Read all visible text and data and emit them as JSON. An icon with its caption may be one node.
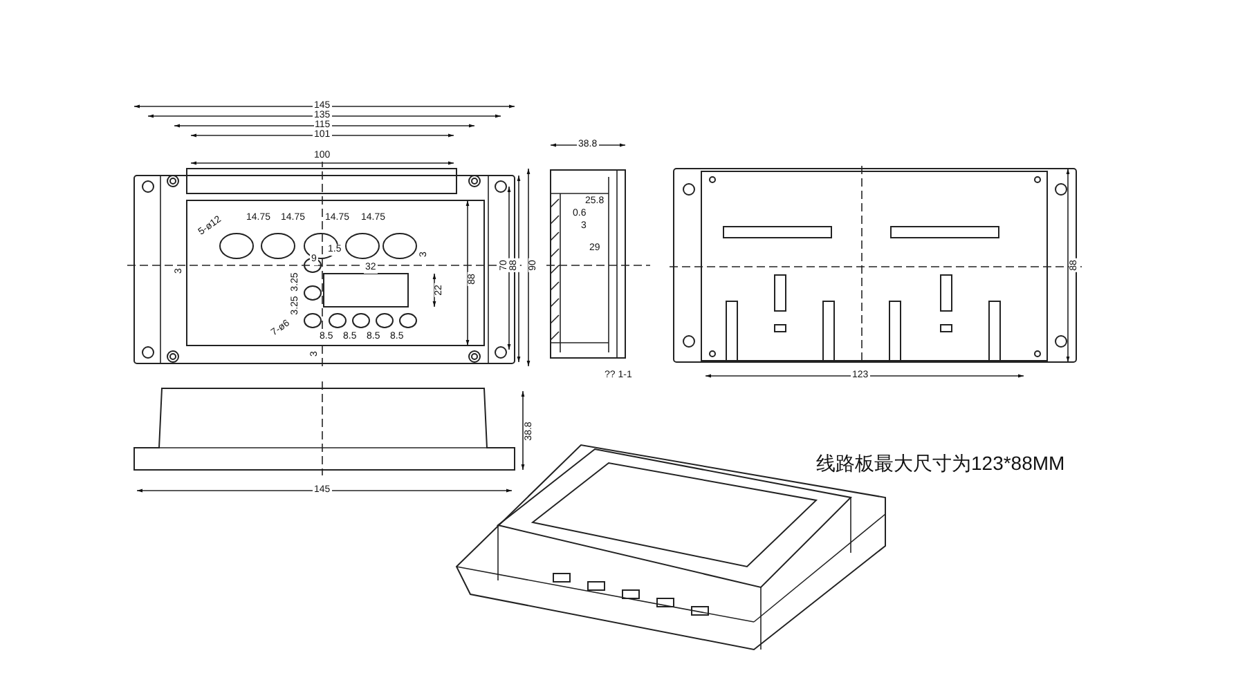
{
  "diagram": {
    "labels": [
      "145",
      "135",
      "115",
      "101",
      "100",
      "14.75",
      "14.75",
      "14.75",
      "14.75",
      "5-ø12",
      "1.5",
      "9",
      "3",
      "32",
      "3",
      "22",
      "88",
      "70",
      "88",
      "90",
      "3.25",
      "3.25",
      "7-ø6",
      "8.5",
      "8.5",
      "8.5",
      "8.5",
      "3",
      "38.8",
      "25.8",
      "0.6",
      "3",
      "29",
      "?? 1-1",
      "88",
      "123",
      "38.8",
      "145",
      "线路板最大尺寸为123*88MM"
    ]
  }
}
